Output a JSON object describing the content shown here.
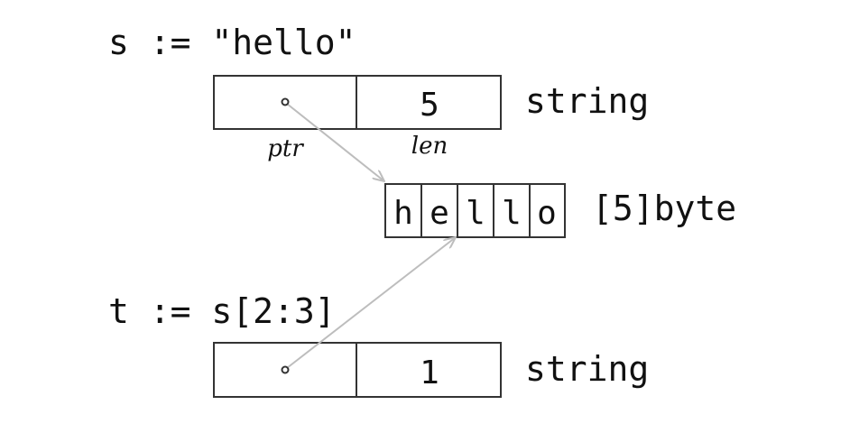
{
  "statement_s": "s := \"hello\"",
  "statement_t": "t := s[2:3]",
  "string_s": {
    "len": "5",
    "type_label": "string",
    "ptr_label": "ptr",
    "len_label": "len"
  },
  "byte_array": {
    "chars": [
      "h",
      "e",
      "l",
      "l",
      "o"
    ],
    "type_label": "[5]byte"
  },
  "string_t": {
    "len": "1",
    "type_label": "string"
  },
  "colors": {
    "arrow": "#bdbdbd",
    "stroke": "#333333"
  }
}
